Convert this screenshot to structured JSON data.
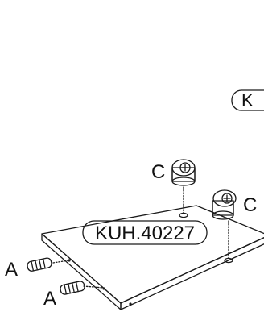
{
  "diagram": {
    "part_code_main": "KUH.40227",
    "part_code_partial": "K",
    "labels": {
      "cam_left": "C",
      "cam_right": "C",
      "dowel_top": "A",
      "dowel_bottom": "A"
    }
  },
  "colors": {
    "ink": "#1a1a1a",
    "cam_fill": "#d9d9d9",
    "background": "#ffffff"
  }
}
